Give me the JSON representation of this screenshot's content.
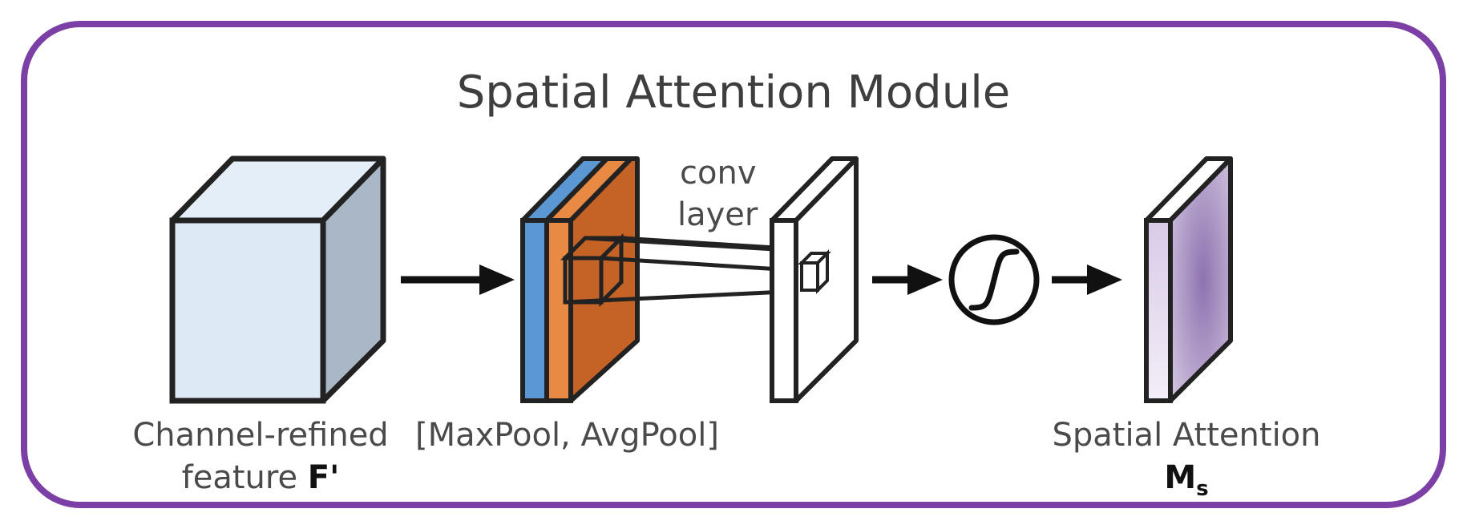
{
  "title": "Spatial Attention Module",
  "labels": {
    "input_line1": "Channel-refined",
    "input_line2": "feature",
    "input_symbol": "F'",
    "pool": "[MaxPool, AvgPool]",
    "conv_line1": "conv",
    "conv_line2": "layer",
    "output_line1": "Spatial Attention",
    "output_symbol_main": "M",
    "output_symbol_sub": "s"
  },
  "colors": {
    "border": "#7b3fa6",
    "cube_front": "#dde9f5",
    "cube_side": "#a9b7c6",
    "cube_top": "#e3eef8",
    "maxpool": "#5b97d2",
    "avgpool_front": "#c46325",
    "avgpool_side": "#e88a44",
    "attention_light": "#e7dcf0",
    "attention_dark": "#9a83b8"
  }
}
